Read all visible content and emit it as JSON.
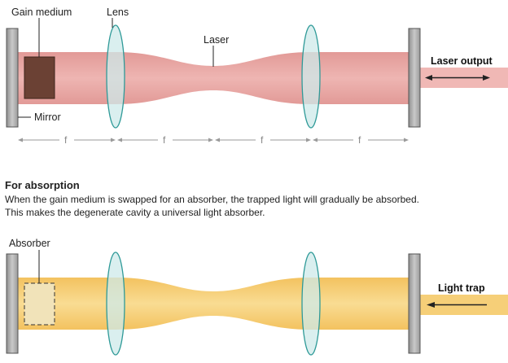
{
  "labels": {
    "gain_medium": "Gain medium",
    "lens": "Lens",
    "laser": "Laser",
    "laser_output": "Laser output",
    "mirror": "Mirror",
    "focal": "f",
    "absorber": "Absorber",
    "light_trap": "Light trap"
  },
  "caption": {
    "title": "For absorption",
    "line1": "When the gain medium is swapped for an absorber, the trapped light will gradually be absorbed.",
    "line2": "This makes the degenerate cavity a universal light absorber."
  },
  "colors": {
    "laser_beam": "#e8a7a4",
    "laser_beam_dark": "#d9837f",
    "light_beam": "#f6d27e",
    "gain_medium": "#6b4134",
    "absorber_fill": "#f1e3b9",
    "lens_fill": "#cdeaea",
    "lens_stroke": "#2f9a98",
    "mirror": "#aaaaaa"
  }
}
